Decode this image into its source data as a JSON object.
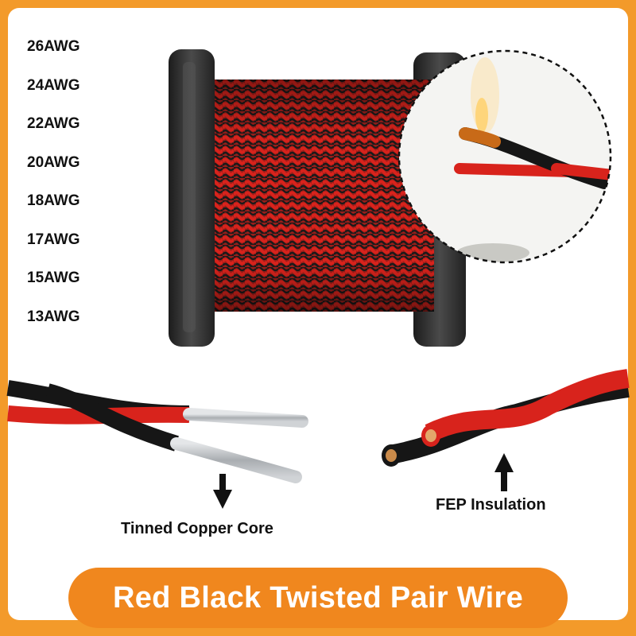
{
  "gauges": [
    "26AWG",
    "24AWG",
    "22AWG",
    "20AWG",
    "18AWG",
    "17AWG",
    "15AWG",
    "13AWG"
  ],
  "captions": {
    "left": "Tinned Copper Core",
    "right": "FEP Insulation"
  },
  "banner": {
    "title": "Red Black Twisted Pair Wire"
  },
  "colors": {
    "frame_orange": "#f39a2a",
    "banner_orange": "#f0871e",
    "wire_red": "#d8231c",
    "wire_black": "#161616",
    "spool_dark": "#2c2c2c",
    "tinned_copper": "#b9bcbf"
  },
  "icons": [
    "arrow-down-icon",
    "arrow-up-icon"
  ]
}
